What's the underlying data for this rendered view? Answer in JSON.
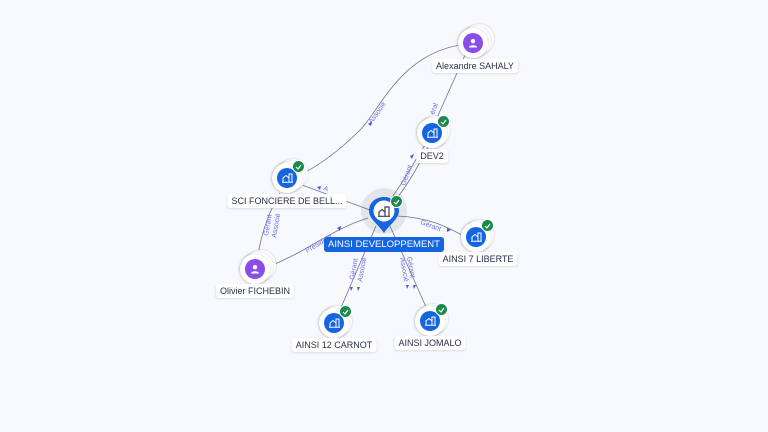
{
  "colors": {
    "company": "#1565e0",
    "person": "#8a4de8",
    "verified": "#1a8a4c",
    "edge_label": "#6b6fe0"
  },
  "center": {
    "label": "AINSI DEVELOPPEMENT",
    "icon": "building-icon"
  },
  "nodes": {
    "alexandre": {
      "label": "Alexandre SAHALY",
      "type": "person"
    },
    "dev2": {
      "label": "DEV2",
      "type": "company"
    },
    "sci": {
      "label": "SCI FONCIERE DE BELL...",
      "type": "company"
    },
    "liberte": {
      "label": "AINSI 7 LIBERTE",
      "type": "company"
    },
    "olivier": {
      "label": "Olivier FICHEBIN",
      "type": "person"
    },
    "carnot": {
      "label": "AINSI 12 CARNOT",
      "type": "company"
    },
    "jomalo": {
      "label": "AINSI JOMALO",
      "type": "company"
    }
  },
  "edges": {
    "alexandre_sci": "Associé",
    "alexandre_dev2": "éral",
    "sci_center": "A",
    "center_dev2": "Gérant",
    "center_liberte": "Gérant",
    "olivier_center": "Président",
    "olivier_sci_1": "Gérant",
    "olivier_sci_2": "Associé",
    "center_carnot_1": "Gérant",
    "center_carnot_2": "Associé",
    "center_jomalo_1": "Gérant",
    "center_jomalo_2": "Associé"
  }
}
